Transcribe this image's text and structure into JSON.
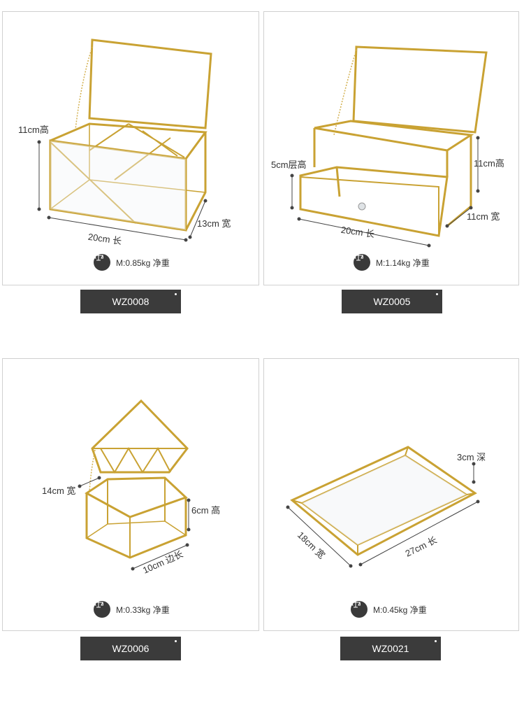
{
  "colors": {
    "frame": "#c9a233",
    "badge": "#3b3b3b",
    "card_border": "#d0d0d0"
  },
  "products": [
    {
      "code": "WZ0008",
      "weight": "M:0.85kg 净重",
      "dims": {
        "height": "11cm高",
        "length": "20cm 长",
        "width": "13cm 宽"
      }
    },
    {
      "code": "WZ0005",
      "weight": "M:1.14kg 净重",
      "dims": {
        "layer": "5cm层高",
        "height": "11cm高",
        "length": "20cm 长",
        "width": "11cm 宽"
      }
    },
    {
      "code": "WZ0006",
      "weight": "M:0.33kg 净重",
      "dims": {
        "width": "14cm 宽",
        "height": "6cm 高",
        "edge": "10cm 边长"
      }
    },
    {
      "code": "WZ0021",
      "weight": "M:0.45kg 净重",
      "dims": {
        "depth": "3cm 深",
        "width": "18cm 宽",
        "length": "27cm 长"
      }
    }
  ],
  "icons": {
    "weight": "scale-icon"
  }
}
